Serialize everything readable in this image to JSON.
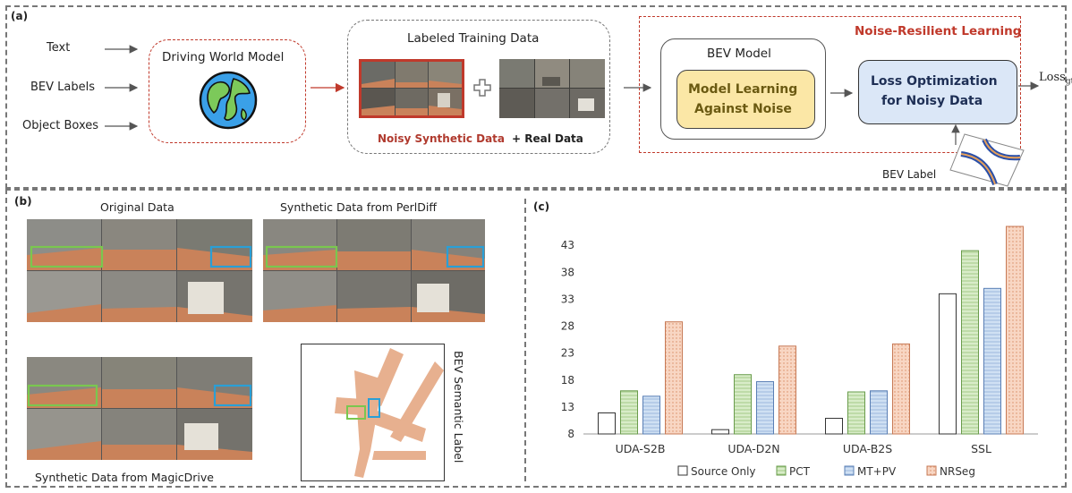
{
  "panel_a": {
    "tag": "(a)",
    "inputs": [
      "Text",
      "BEV Labels",
      "Object Boxes"
    ],
    "world_model": "Driving World Model",
    "training_data_title": "Labeled Training Data",
    "noisy_label": "Noisy Synthetic Data",
    "real_label": "+ Real Data",
    "nrl_title": "Noise-Resilient Learning",
    "bev_model_title": "BEV Model",
    "model_learning_l1": "Model Learning",
    "model_learning_l2": "Against Noise",
    "loss_opt_l1": "Loss Optimization",
    "loss_opt_l2": "for Noisy Data",
    "loss_base": "Loss",
    "loss_sub": "gt",
    "bev_label": "BEV Label",
    "colors": {
      "red": "#c0392b",
      "yellow_fill": "#fbe7a6",
      "blue_fill": "#dbe7f7"
    }
  },
  "panel_b": {
    "tag": "(b)",
    "original": "Original Data",
    "perldiff": "Synthetic Data from PerlDiff",
    "magicdrive": "Synthetic Data from MagicDrive",
    "bev_semantic": "BEV Semantic Label",
    "colors": {
      "road": "#c9825a",
      "green_box": "#7ac74f",
      "blue_box": "#2a9fd6",
      "bev_shape": "#e7b08f"
    }
  },
  "panel_c": {
    "tag": "(c)"
  },
  "chart_data": {
    "type": "bar",
    "categories": [
      "UDA-S2B",
      "UDA-D2N",
      "UDA-B2S",
      "SSL"
    ],
    "series": [
      {
        "name": "Source Only",
        "values": [
          11.9,
          8.8,
          10.9,
          34.0
        ],
        "color": "#ffffff"
      },
      {
        "name": "PCT",
        "values": [
          16.0,
          19.0,
          15.8,
          42.0
        ],
        "color": "#d8ecc8"
      },
      {
        "name": "MT+PV",
        "values": [
          15.0,
          17.7,
          16.0,
          35.0
        ],
        "color": "#cfe0f3"
      },
      {
        "name": "NRSeg",
        "values": [
          28.8,
          24.3,
          24.7,
          46.5
        ],
        "color": "#f8d6c3"
      }
    ],
    "yticks": [
      8,
      13,
      18,
      23,
      28,
      33,
      38,
      43
    ],
    "ylim": [
      8,
      48
    ],
    "legend_position": "bottom"
  }
}
